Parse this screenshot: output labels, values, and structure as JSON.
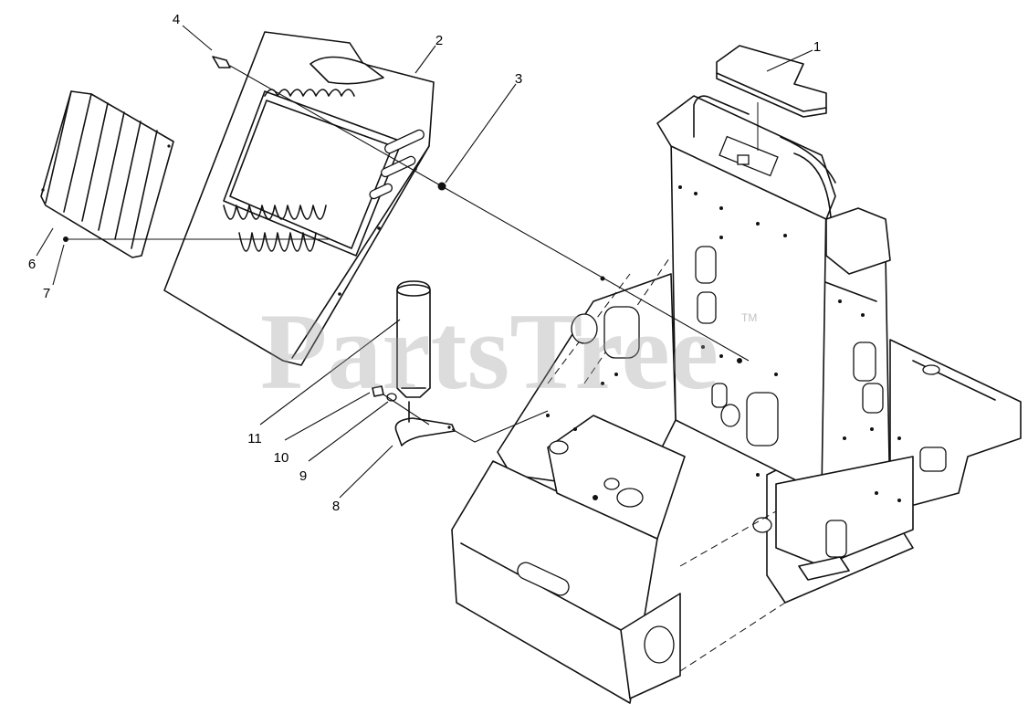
{
  "watermark": {
    "text": "PartsTree",
    "trademark": "TM"
  },
  "callouts": [
    {
      "id": "1",
      "label": "1"
    },
    {
      "id": "2",
      "label": "2"
    },
    {
      "id": "3",
      "label": "3"
    },
    {
      "id": "4",
      "label": "4"
    },
    {
      "id": "6",
      "label": "6"
    },
    {
      "id": "7",
      "label": "7"
    },
    {
      "id": "8",
      "label": "8"
    },
    {
      "id": "9",
      "label": "9"
    },
    {
      "id": "10",
      "label": "10"
    },
    {
      "id": "11",
      "label": "11"
    }
  ]
}
